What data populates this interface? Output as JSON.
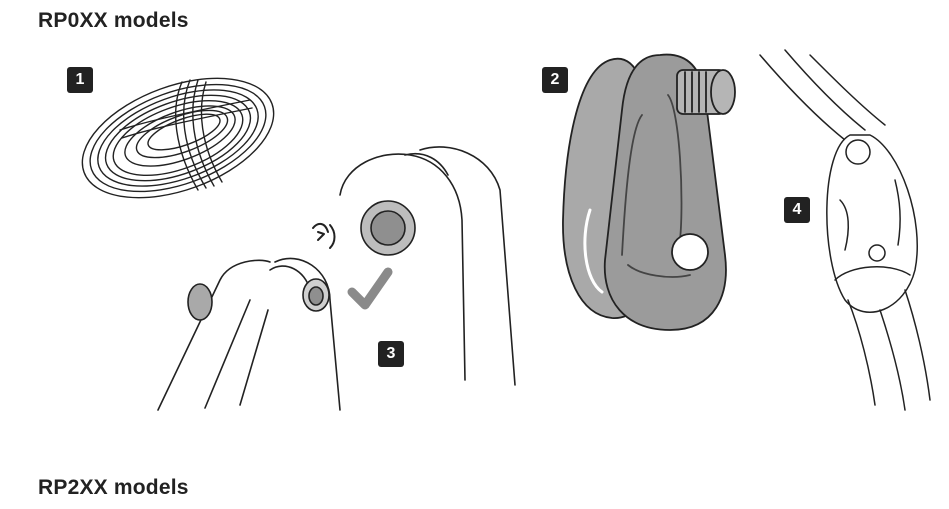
{
  "sections": {
    "top_title": "RP0XX models",
    "bottom_title": "RP2XX models"
  },
  "steps": {
    "step1": "1",
    "step2": "2",
    "step3": "3",
    "step4": "4"
  },
  "icons": {
    "rope": "rope-coil-icon",
    "pulley_open": "pulley-axle-icon",
    "pulley_closed": "pulley-side-plate-icon",
    "pulley_rigged": "pulley-with-rope-icon",
    "check": "check-mark-icon"
  },
  "colors": {
    "ink": "#222222",
    "metal": "#9b9b9b",
    "check": "#8a8a8a"
  }
}
